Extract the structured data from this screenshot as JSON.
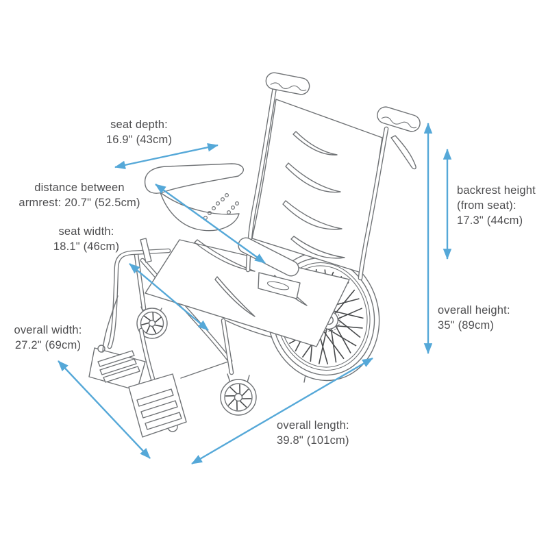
{
  "diagram": {
    "subject": "wheelchair dimension diagram",
    "colors": {
      "arrow": "#55a8d8",
      "text": "#4d4d4f",
      "line_art": "#6f7275"
    },
    "labels": {
      "seat_depth": {
        "lines": [
          "seat depth:",
          "16.9\" (43cm)"
        ]
      },
      "armrest_distance": {
        "lines": [
          "distance between",
          "armrest: 20.7\" (52.5cm)"
        ]
      },
      "seat_width": {
        "lines": [
          "seat width:",
          "18.1\" (46cm)"
        ]
      },
      "overall_width": {
        "lines": [
          "overall width:",
          "27.2\" (69cm)"
        ]
      },
      "backrest_height": {
        "lines": [
          "backrest height",
          "(from seat):",
          "17.3\" (44cm)"
        ]
      },
      "overall_height": {
        "lines": [
          "overall height:",
          "35\" (89cm)"
        ]
      },
      "overall_length": {
        "lines": [
          "overall length:",
          "39.8\" (101cm)"
        ]
      }
    }
  }
}
